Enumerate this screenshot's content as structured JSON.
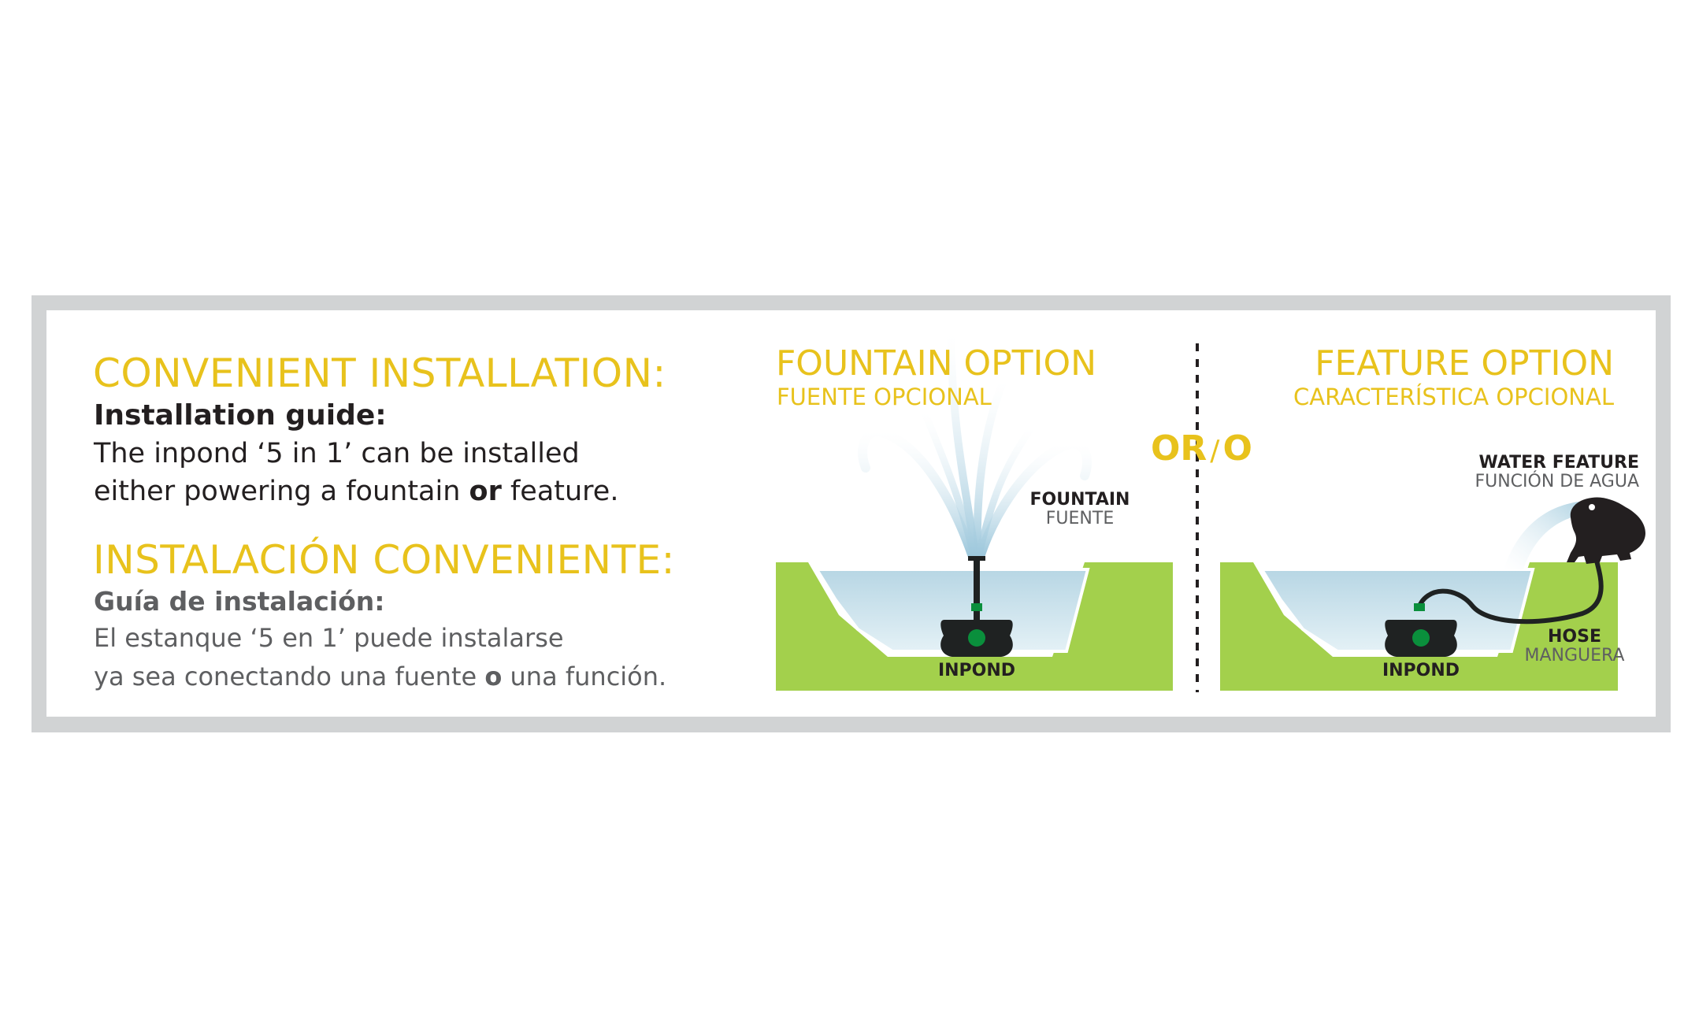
{
  "left": {
    "heading_en": "CONVENIENT INSTALLATION:",
    "subheading_en": "Installation guide:",
    "body_en_line1": "The inpond ‘5 in 1’ can be installed",
    "body_en_line2_pre": "either powering a fountain ",
    "body_en_line2_bold": "or",
    "body_en_line2_post": " feature.",
    "heading_es": "INSTALACIÓN CONVENIENTE:",
    "subheading_es": "Guía de instalación:",
    "body_es_line1": "El estanque ‘5 en 1’ puede instalarse",
    "body_es_line2_pre": "ya sea conectando una fuente ",
    "body_es_line2_bold": "o",
    "body_es_line2_post": " una función."
  },
  "fountain": {
    "title": "FOUNTAIN OPTION",
    "subtitle": "FUENTE OPCIONAL",
    "label_en": "FOUNTAIN",
    "label_es": "FUENTE",
    "pump_label": "INPOND"
  },
  "separator": {
    "or_en": "OR",
    "slash": "/",
    "or_es": "O"
  },
  "feature": {
    "title": "FEATURE OPTION",
    "subtitle": "CARACTERÍSTICA OPCIONAL",
    "water_feature_en": "WATER FEATURE",
    "water_feature_es": "FUNCIÓN DE AGUA",
    "hose_en": "HOSE",
    "hose_es": "MANGUERA",
    "pump_label": "INPOND"
  },
  "colors": {
    "yellow": "#e8c21c",
    "grass": "#a3d04c",
    "water": "#c9e3ee",
    "pump": "#1f2222",
    "pump_accent": "#0a8f3c",
    "frame": "#d1d3d4"
  }
}
